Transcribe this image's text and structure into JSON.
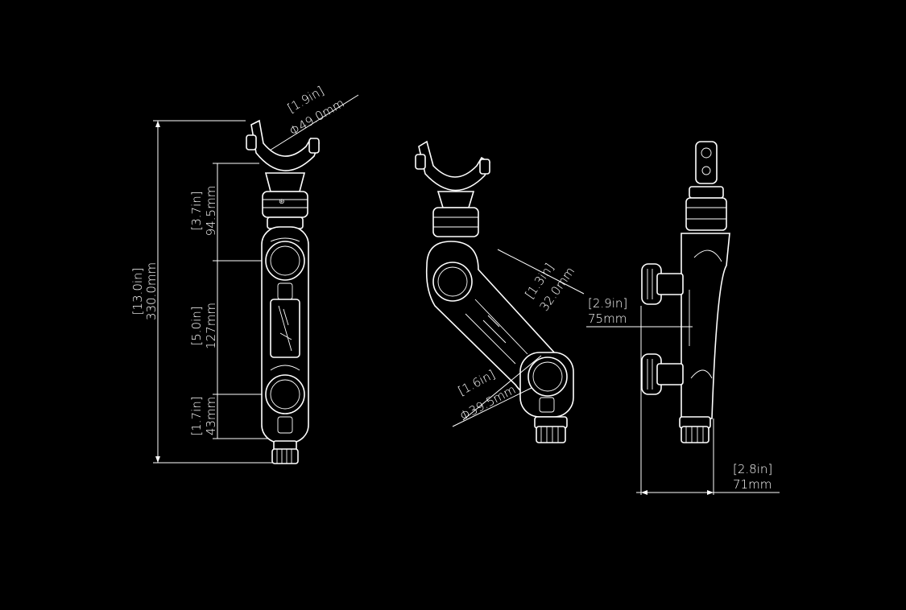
{
  "colors": {
    "background": "#000000",
    "line": "#ffffff"
  },
  "views": {
    "front": {
      "overall_in": "[13.0in]",
      "overall_mm": "330.0mm",
      "cradle_in": "[1.9in]",
      "cradle_mm": "Φ49.0mm",
      "upper_in": "[3.7in]",
      "upper_mm": "94.5mm",
      "middle_in": "[5.0in]",
      "middle_mm": "127mm",
      "lower_in": "[1.7in]",
      "lower_mm": "43mm"
    },
    "angled": {
      "arm_in": "[1.3in]",
      "arm_mm": "32.0mm",
      "ball_in": "[1.6in]",
      "ball_mm": "Φ39.5mm"
    },
    "side": {
      "knob_in": "[2.9in]",
      "knob_mm": "75mm",
      "depth_in": "[2.8in]",
      "depth_mm": "71mm"
    }
  }
}
